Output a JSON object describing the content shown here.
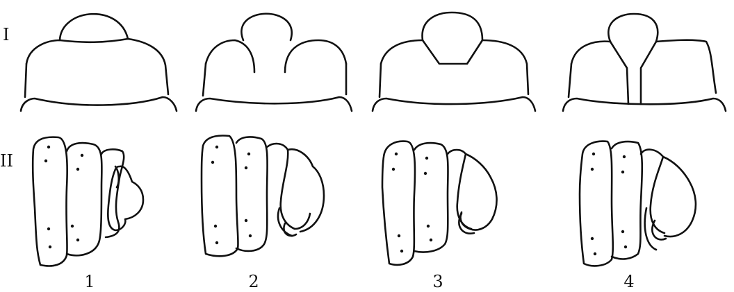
{
  "row_labels": [
    "I",
    "II"
  ],
  "column_labels": [
    "1",
    "2",
    "3",
    "4"
  ]
}
